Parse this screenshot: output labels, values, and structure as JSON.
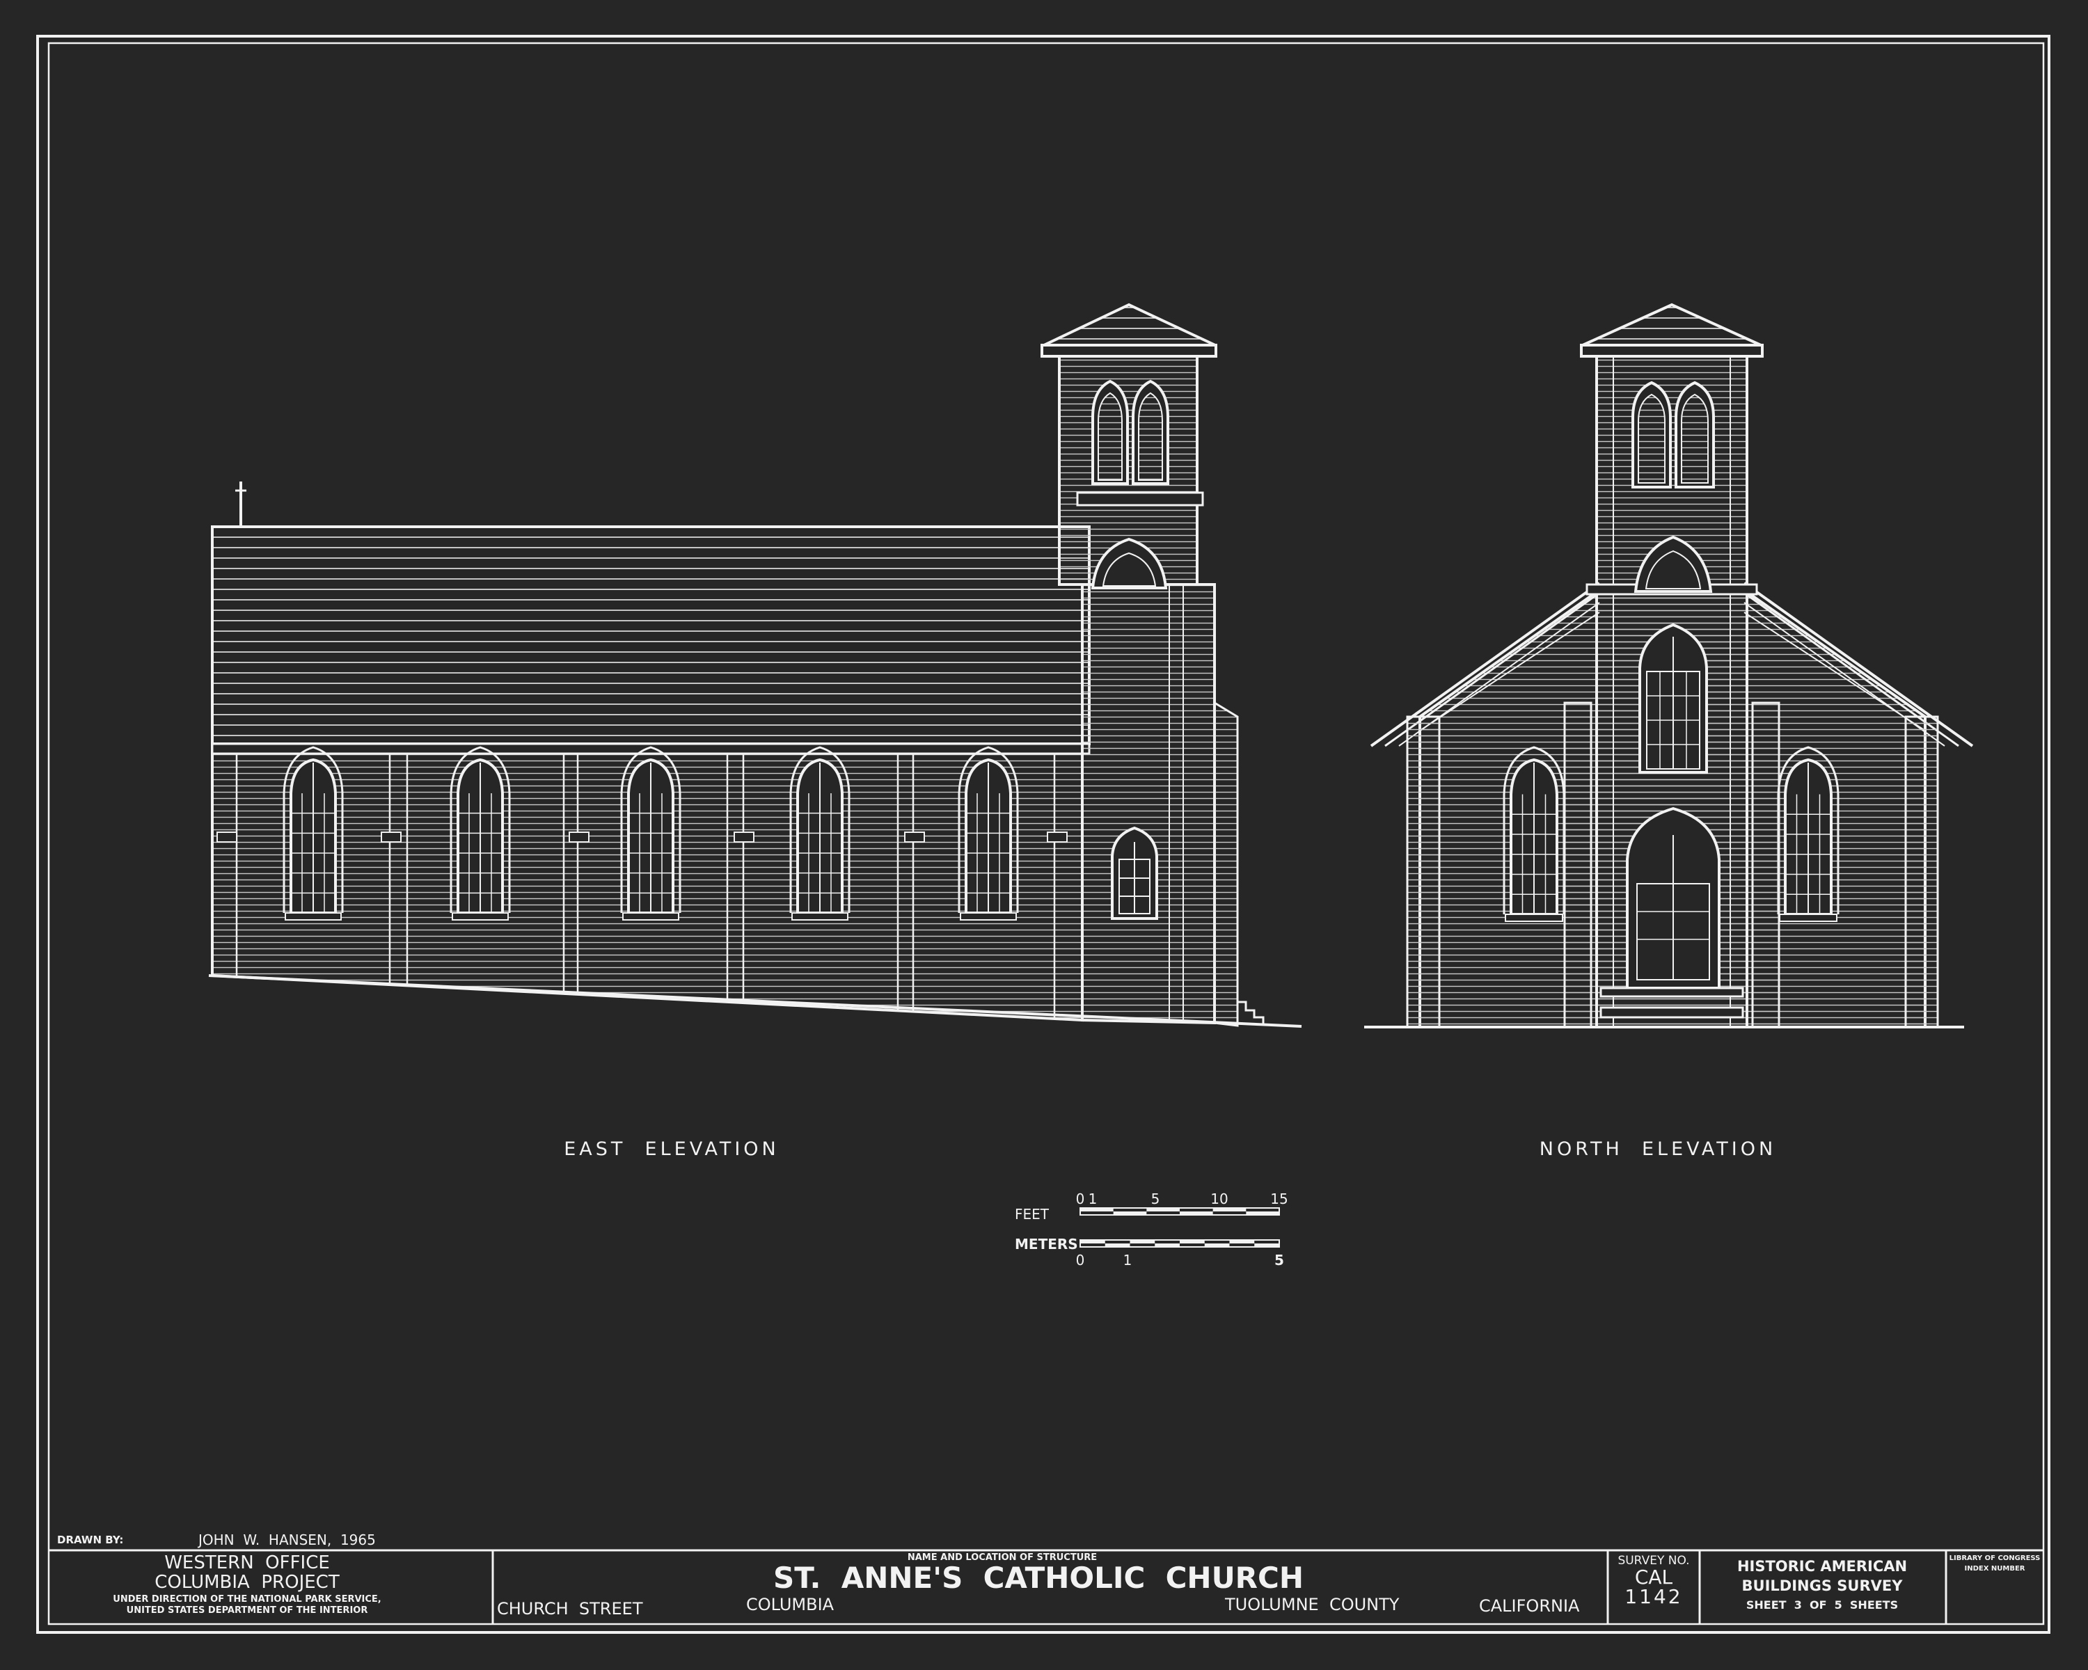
{
  "drawing": {
    "views": {
      "east_label": "EAST  ELEVATION",
      "north_label": "NORTH  ELEVATION"
    },
    "scale": {
      "feet_label": "FEET",
      "feet_ticks": [
        "0",
        "1",
        "5",
        "10",
        "15"
      ],
      "meters_label": "METERS",
      "meters_ticks": [
        "0",
        "1",
        "5"
      ]
    }
  },
  "title_block": {
    "drawn_by_label": "DRAWN BY:",
    "drawn_by": "JOHN  W.  HANSEN,  1965",
    "office_line1": "WESTERN  OFFICE",
    "office_line2": "COLUMBIA  PROJECT",
    "office_line3": "UNDER DIRECTION OF THE NATIONAL PARK SERVICE,",
    "office_line4": "UNITED STATES DEPARTMENT OF THE INTERIOR",
    "structure_caption": "NAME AND LOCATION OF STRUCTURE",
    "structure_name": "ST.  ANNE'S  CATHOLIC  CHURCH",
    "street": "CHURCH  STREET",
    "city": "COLUMBIA",
    "county": "TUOLUMNE  COUNTY",
    "state": "CALIFORNIA",
    "survey_no_label": "SURVEY NO.",
    "survey_no_1": "CAL",
    "survey_no_2": "1142",
    "habs_line1": "HISTORIC AMERICAN",
    "habs_line2": "BUILDINGS SURVEY",
    "sheet_text": "SHEET  3  OF  5  SHEETS",
    "loc_line1": "LIBRARY OF CONGRESS",
    "loc_line2": "INDEX NUMBER"
  }
}
